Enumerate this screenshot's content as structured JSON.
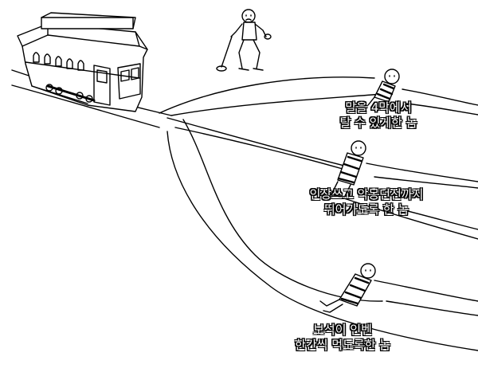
{
  "captions": [
    {
      "line1": "말을 4막에서",
      "line2": "탈 수 있게한 놈"
    },
    {
      "line1": "인장쓰고 악몽던전까지",
      "line2": "뛰어가도록 한 놈"
    },
    {
      "line1": "보석이 인벤",
      "line2": "한칸씩 먹도록한 놈"
    }
  ],
  "colors": {
    "ink": "#000000",
    "paper": "#ffffff"
  }
}
